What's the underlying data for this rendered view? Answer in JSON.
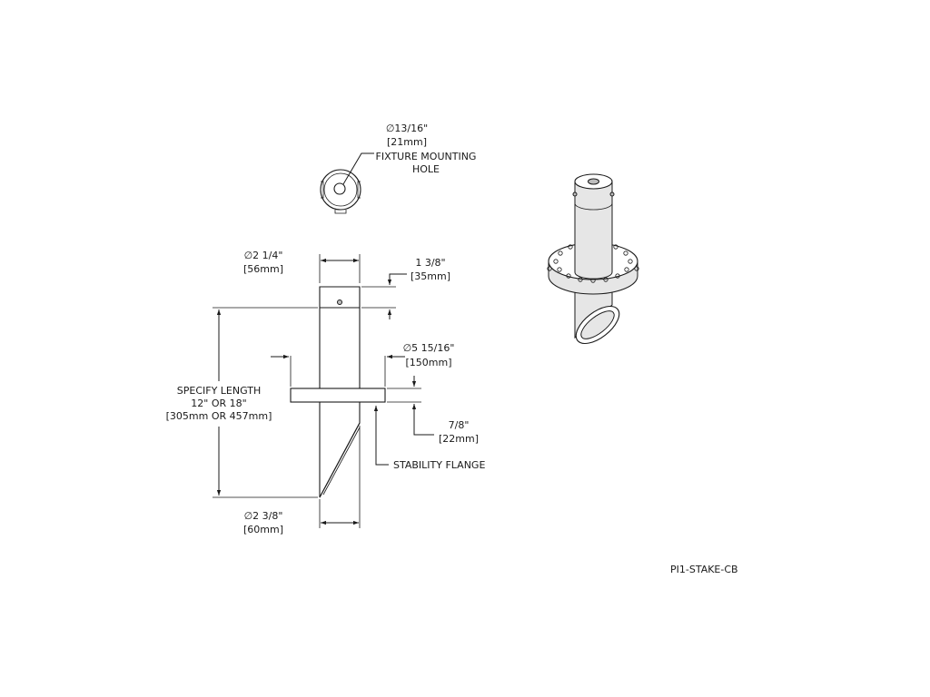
{
  "top_view": {
    "hole_diameter": "13/16\"",
    "hole_diameter_mm": "[21mm]",
    "hole_label_line1": "FIXTURE MOUNTING",
    "hole_label_line2": "HOLE"
  },
  "side_view": {
    "tube_diameter": "2 1/4\"",
    "tube_diameter_mm": "[56mm]",
    "top_offset": "1 3/8\"",
    "top_offset_mm": "[35mm]",
    "flange_diameter": "5 15/16\"",
    "flange_diameter_mm": "[150mm]",
    "flange_thickness": "7/8\"",
    "flange_thickness_mm": "[22mm]",
    "flange_label": "STABILITY FLANGE",
    "length_label_line1": "SPECIFY LENGTH",
    "length_label_line2": "12\" OR 18\"",
    "length_label_line3": "[305mm OR 457mm]",
    "bottom_diameter": "2 3/8\"",
    "bottom_diameter_mm": "[60mm]"
  },
  "part_number": "PI1-STAKE-CB",
  "diameter_symbol": "∅",
  "line_color": "#1a1a1a"
}
